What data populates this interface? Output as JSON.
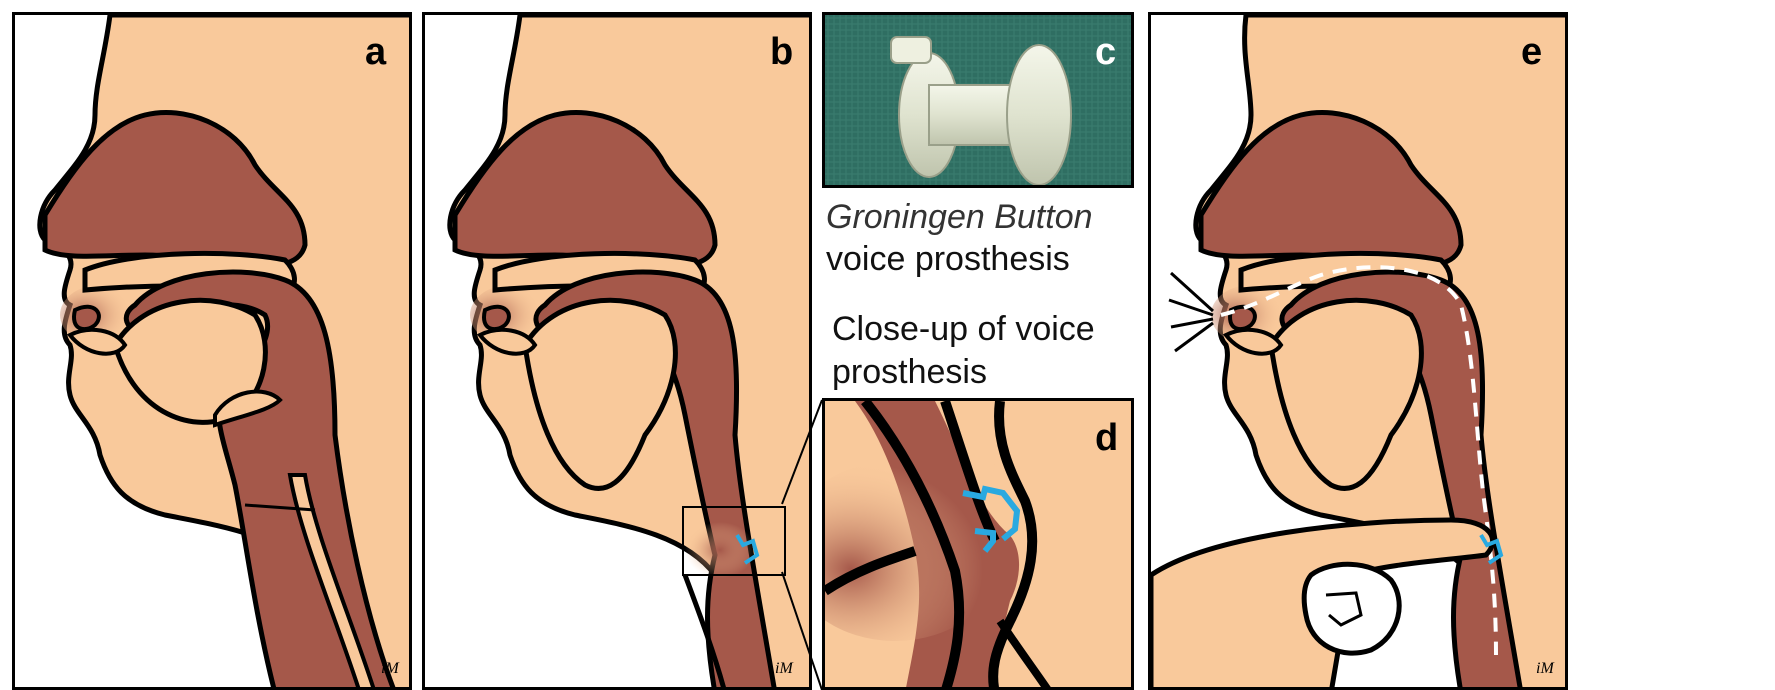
{
  "panels": {
    "a": {
      "letter": "a"
    },
    "b": {
      "letter": "b"
    },
    "c": {
      "letter": "c"
    },
    "d": {
      "letter": "d"
    },
    "e": {
      "letter": "e"
    }
  },
  "captions": {
    "device_name": "Groningen Button",
    "device_type": "voice prosthesis",
    "closeup": "Close-up of voice prosthesis"
  },
  "colors": {
    "skin": "#f9c99b",
    "tissue": "#a5584a",
    "prosthesis": "#29a9e0",
    "outline": "#000000",
    "photo_bg": "#2f6e62"
  },
  "icons": [
    "signature-mark",
    "sound-waves-icon"
  ]
}
